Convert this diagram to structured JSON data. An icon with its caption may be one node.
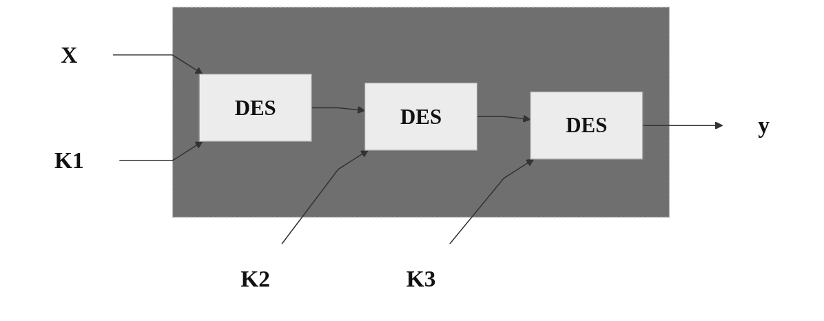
{
  "diagram": {
    "nodes": [
      {
        "text": [
          "X"
        ]
      },
      {
        "text": [],
        "shape": "box"
      },
      {
        "text": [
          "DES"
        ],
        "in": 1
      },
      {
        "text": [
          "DES"
        ],
        "in": 1
      },
      {
        "text": [
          "DES"
        ],
        "in": 1
      },
      {
        "text": [
          "y"
        ]
      },
      {
        "text": [
          "K1"
        ]
      },
      {
        "text": [
          "K2"
        ]
      },
      {
        "text": [
          "K3"
        ]
      }
    ],
    "edges": [
      {
        "from": 0,
        "to": 2,
        "arrow": "to"
      },
      {
        "from": 2,
        "to": 3,
        "arrow": "to"
      },
      {
        "from": 3,
        "to": 4,
        "arrow": "to"
      },
      {
        "from": 4,
        "to": 5,
        "arrow": "to"
      },
      {
        "from": 6,
        "to": 2,
        "arrow": "to"
      },
      {
        "from": 7,
        "to": 3,
        "arrow": "to"
      },
      {
        "from": 8,
        "to": 4,
        "arrow": "to"
      }
    ]
  }
}
